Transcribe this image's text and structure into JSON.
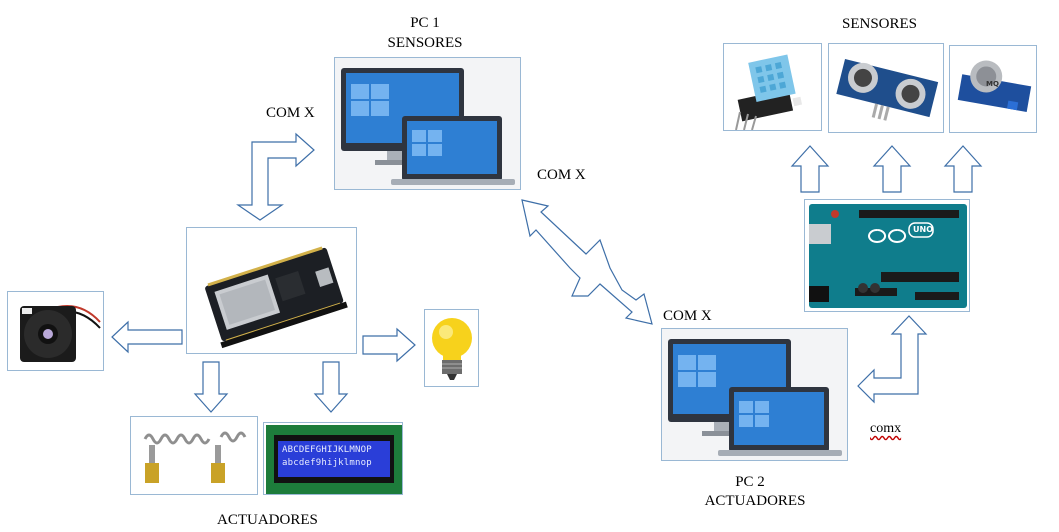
{
  "pc1": {
    "title": "PC 1",
    "subtitle": "SENSORES"
  },
  "pc2": {
    "title": "PC 2",
    "subtitle": "ACTUADORES"
  },
  "sensors_header": "SENSORES",
  "actuators_header": "ACTUADORES",
  "com_labels": {
    "top_left": "COM X",
    "middle": "COM X",
    "pc2": "COM X",
    "bottom_right": "comx"
  },
  "lcd": {
    "line1": "ABCDEFGHIJKLMNOP",
    "line2": "abcdef9hijklmnop"
  },
  "sensor_module_text": "MQ",
  "arduino_text": {
    "model": "UNO"
  },
  "colors": {
    "arrow_stroke": "#3e6fa8",
    "box_border": "#9ab8d4",
    "screen_blue": "#2e7fd3"
  }
}
